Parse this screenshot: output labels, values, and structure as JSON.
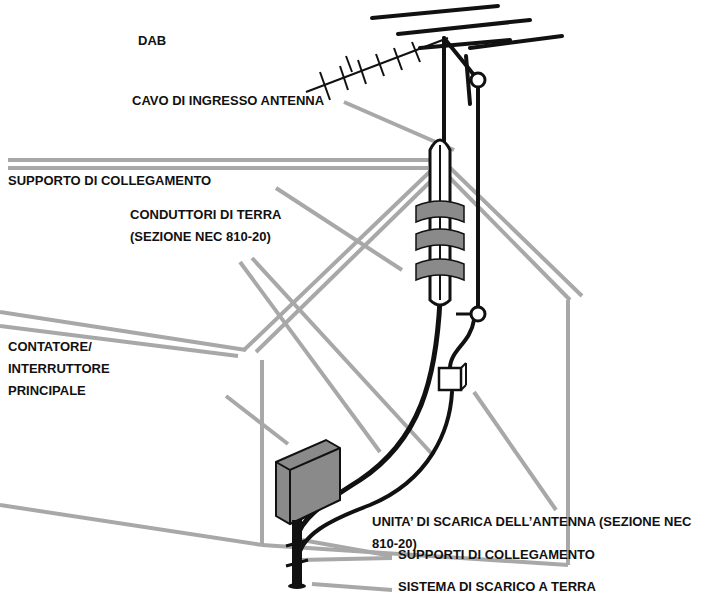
{
  "diagram": {
    "labels": [
      "DAB",
      "CAVO DI INGRESSO ANTENNA",
      "SUPPORTO DI COLLEGAMENTO",
      "CONDUTTORI DI TERRA (SEZIONE NEC 810-20)",
      "CONTATORE/ INTERRUTTORE PRINCIPALE",
      "UNITA’ DI SCARICA DELL’ANTENNA (SEZIONE NEC 810-20)",
      "SUPPORTI DI COLLEGAMENTO",
      "SISTEMA DI SCARICO A TERRA"
    ]
  }
}
